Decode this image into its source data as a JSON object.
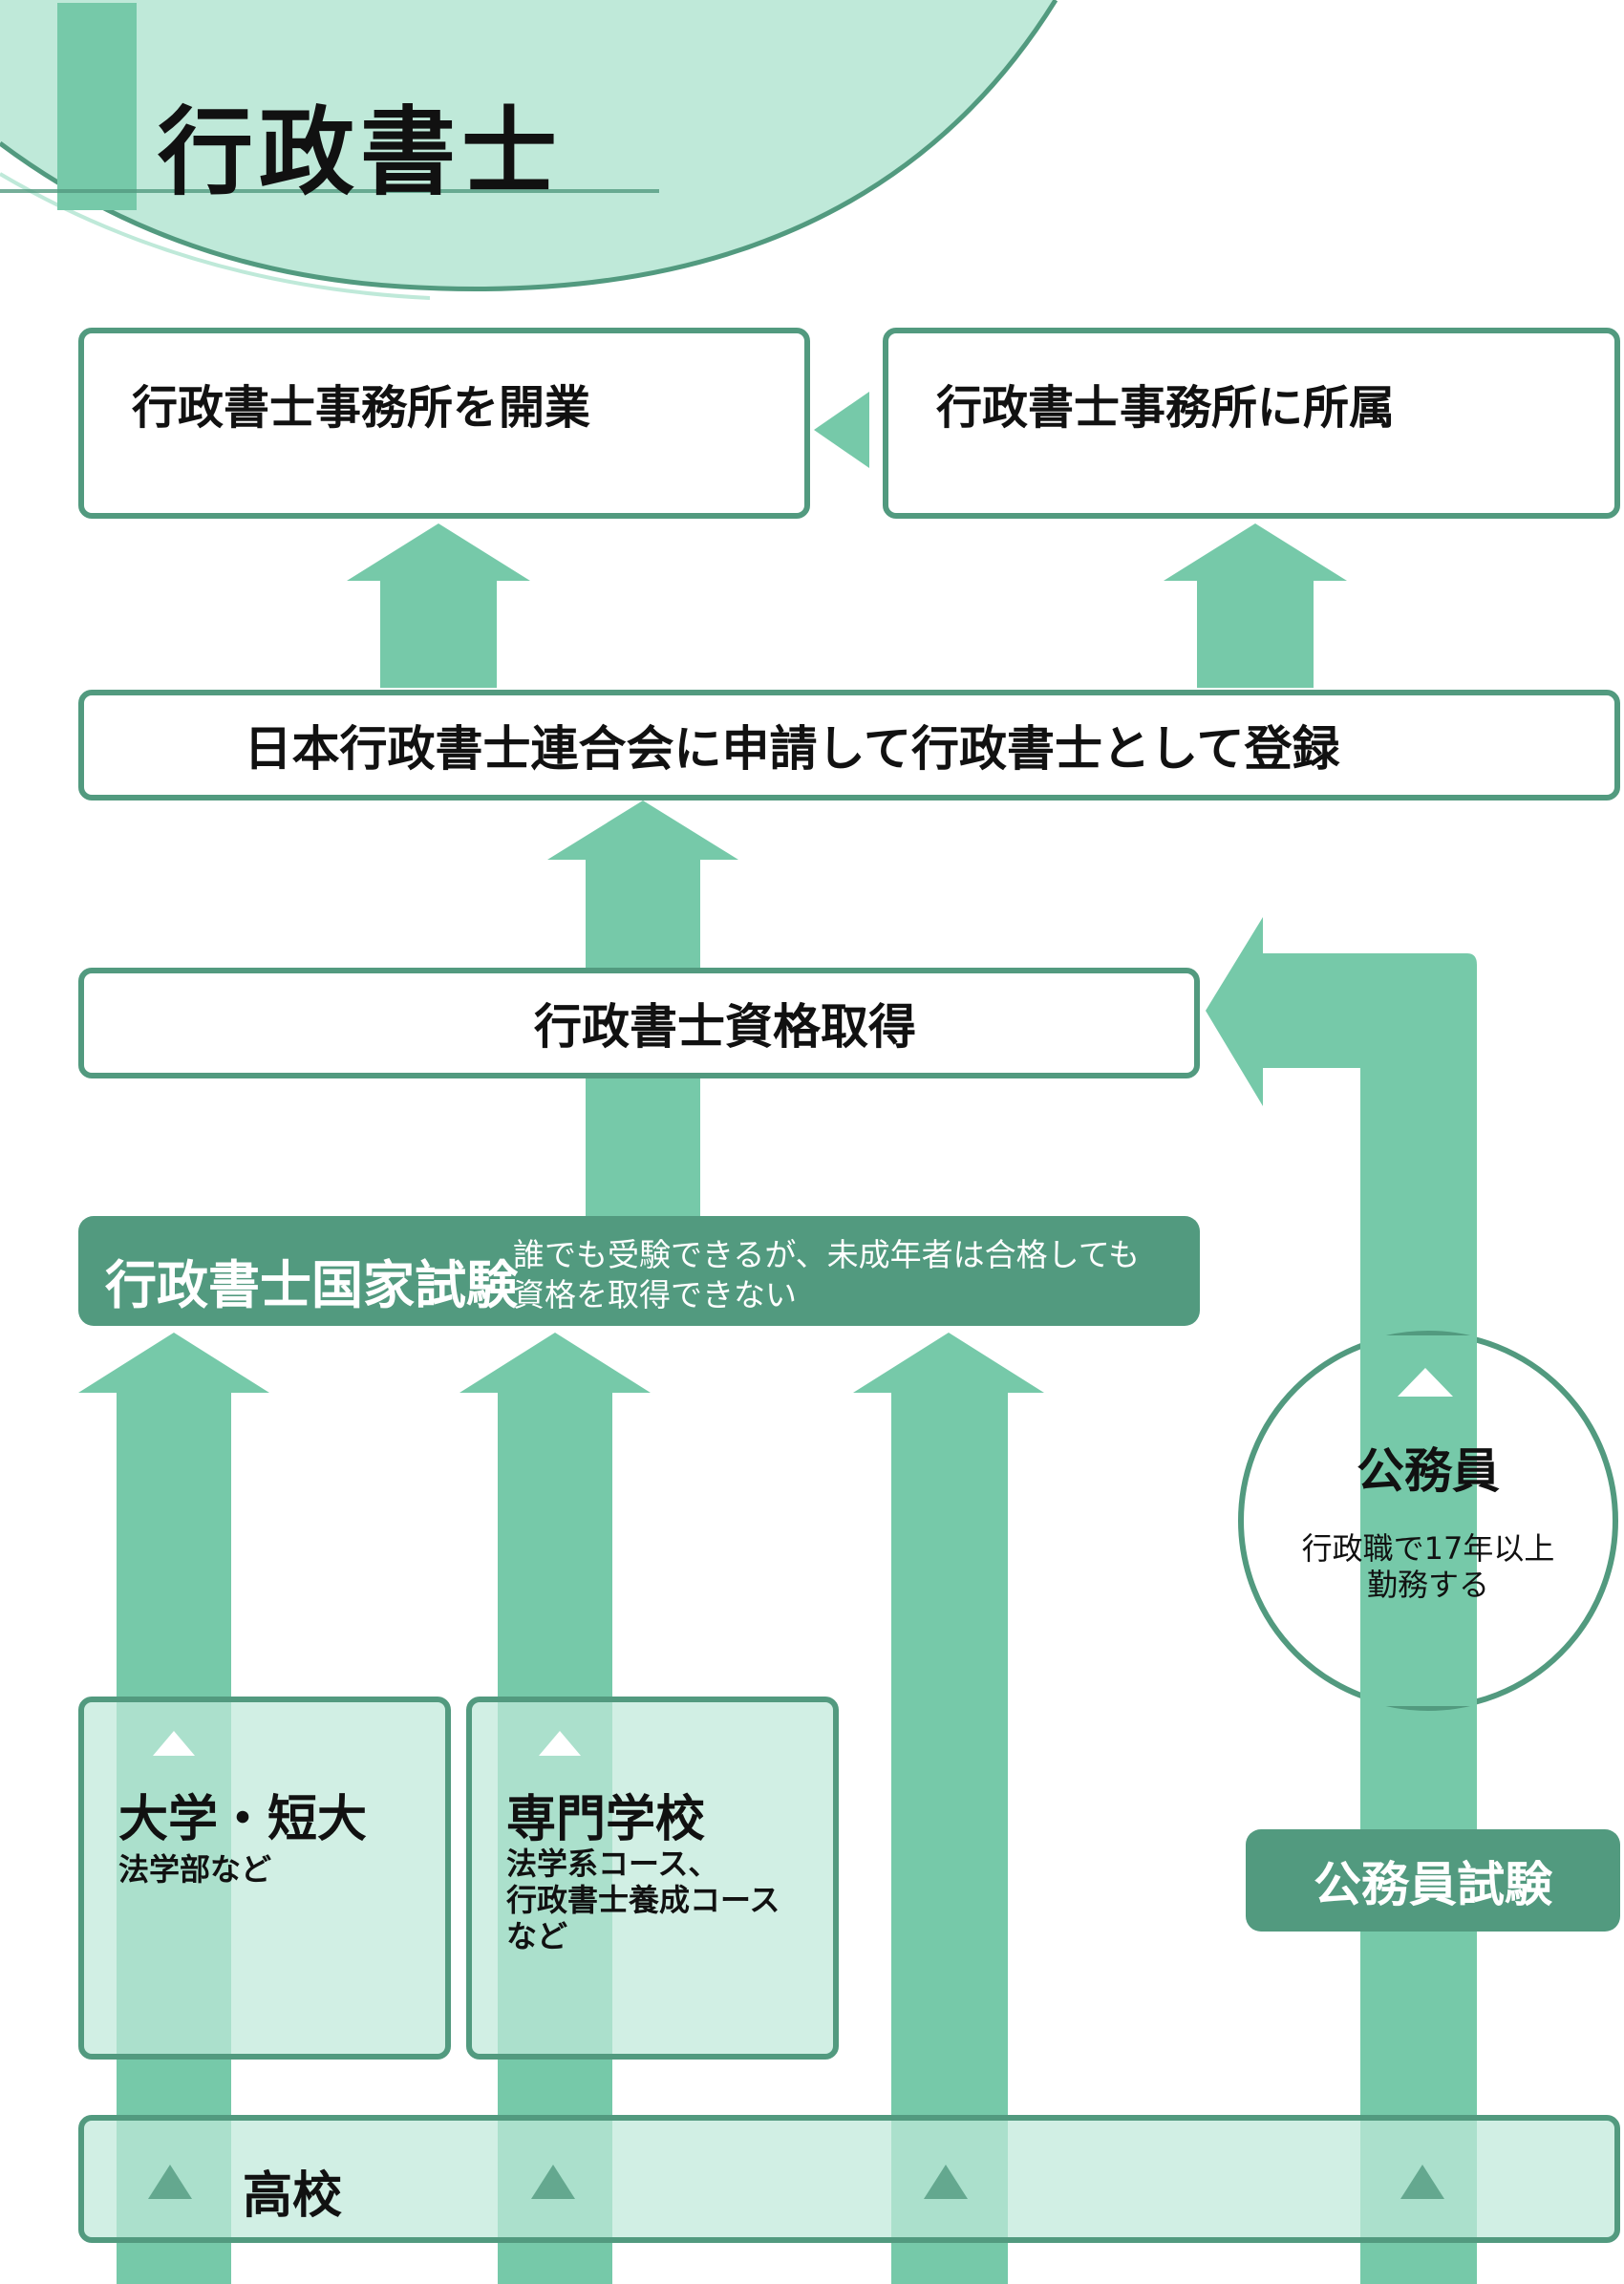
{
  "header": {
    "title": "行政書士"
  },
  "colors": {
    "accent": "#529a7f",
    "arrow": "#76c9a9",
    "light": "#bfe9d9",
    "header_bg": "#bfe9d9"
  },
  "flow": {
    "open_office": "行政書士事務所を開業",
    "join_office": "行政書士事務所に所属",
    "register": "日本行政書士連合会に申請して行政書士として登録",
    "qualification": "行政書士資格取得",
    "exam": {
      "title": "行政書士国家試験",
      "note_line1": "誰でも受験できるが、未成年者は合格しても",
      "note_line2": "資格を取得できない"
    },
    "civil_servant": {
      "title": "公務員",
      "note_line1": "行政職で17年以上",
      "note_line2": "勤務する"
    },
    "civil_exam": "公務員試験",
    "university": {
      "title": "大学・短大",
      "note": "法学部など"
    },
    "vocational": {
      "title": "専門学校",
      "note_line1": "法学系コース、",
      "note_line2": "行政書士養成コース",
      "note_line3": "など"
    },
    "high_school": "高校"
  }
}
